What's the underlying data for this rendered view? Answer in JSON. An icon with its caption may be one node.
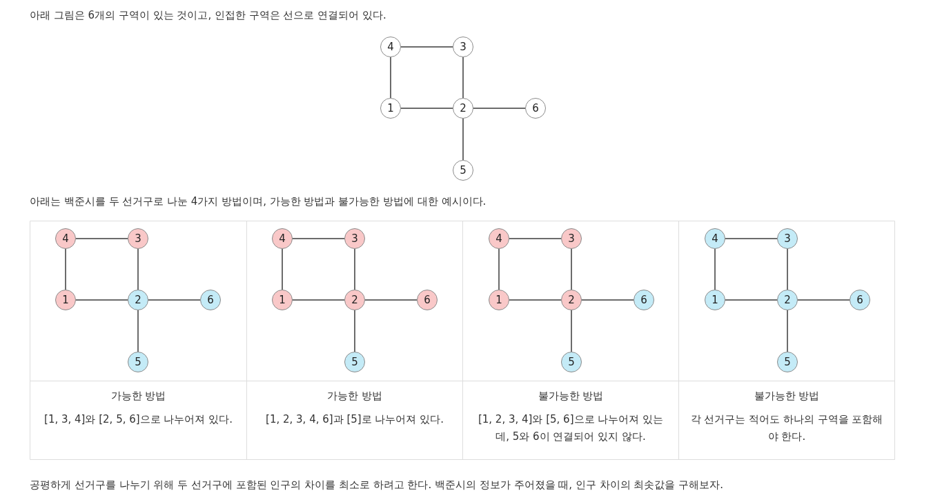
{
  "diagram": {
    "nodes": [
      {
        "text": [
          "4"
        ]
      },
      {
        "text": [
          "3"
        ]
      },
      {
        "text": [
          "1"
        ]
      },
      {
        "text": [
          "2"
        ]
      },
      {
        "text": [
          "6"
        ]
      },
      {
        "text": [
          "5"
        ]
      },
      {
        "text": [
          "4"
        ]
      },
      {
        "text": [
          "3"
        ]
      },
      {
        "text": [
          "1"
        ]
      },
      {
        "text": [
          "2"
        ]
      },
      {
        "text": [
          "6"
        ]
      },
      {
        "text": [
          "5"
        ]
      },
      {
        "text": [
          "4"
        ]
      },
      {
        "text": [
          "3"
        ]
      },
      {
        "text": [
          "1"
        ]
      },
      {
        "text": [
          "2"
        ]
      },
      {
        "text": [
          "6"
        ]
      },
      {
        "text": [
          "5"
        ]
      },
      {
        "text": [
          "4"
        ]
      },
      {
        "text": [
          "3"
        ]
      },
      {
        "text": [
          "1"
        ]
      },
      {
        "text": [
          "2"
        ]
      },
      {
        "text": [
          "6"
        ]
      },
      {
        "text": [
          "5"
        ]
      },
      {
        "text": [
          "4"
        ]
      },
      {
        "text": [
          "3"
        ]
      },
      {
        "text": [
          "1"
        ]
      },
      {
        "text": [
          "2"
        ]
      },
      {
        "text": [
          "6"
        ]
      },
      {
        "text": [
          "5"
        ]
      }
    ],
    "edges": [
      {
        "from": 0,
        "to": 1,
        "arrow": "none"
      },
      {
        "from": 0,
        "to": 2,
        "arrow": "none"
      },
      {
        "from": 1,
        "to": 3,
        "arrow": "none"
      },
      {
        "from": 2,
        "to": 3,
        "arrow": "none"
      },
      {
        "from": 3,
        "to": 4,
        "arrow": "none"
      },
      {
        "from": 3,
        "to": 5,
        "arrow": "none"
      },
      {
        "from": 6,
        "to": 7,
        "arrow": "none"
      },
      {
        "from": 6,
        "to": 8,
        "arrow": "none"
      },
      {
        "from": 7,
        "to": 9,
        "arrow": "none"
      },
      {
        "from": 8,
        "to": 9,
        "arrow": "none"
      },
      {
        "from": 9,
        "to": 10,
        "arrow": "none"
      },
      {
        "from": 9,
        "to": 11,
        "arrow": "none"
      },
      {
        "from": 12,
        "to": 13,
        "arrow": "none"
      },
      {
        "from": 12,
        "to": 14,
        "arrow": "none"
      },
      {
        "from": 13,
        "to": 15,
        "arrow": "none"
      },
      {
        "from": 14,
        "to": 15,
        "arrow": "none"
      },
      {
        "from": 15,
        "to": 16,
        "arrow": "none"
      },
      {
        "from": 15,
        "to": 17,
        "arrow": "none"
      },
      {
        "from": 18,
        "to": 19,
        "arrow": "none"
      },
      {
        "from": 18,
        "to": 20,
        "arrow": "none"
      },
      {
        "from": 19,
        "to": 21,
        "arrow": "none"
      },
      {
        "from": 20,
        "to": 21,
        "arrow": "none"
      },
      {
        "from": 21,
        "to": 22,
        "arrow": "none"
      },
      {
        "from": 21,
        "to": 23,
        "arrow": "none"
      },
      {
        "from": 24,
        "to": 25,
        "arrow": "none"
      },
      {
        "from": 24,
        "to": 26,
        "arrow": "none"
      },
      {
        "from": 25,
        "to": 27,
        "arrow": "none"
      },
      {
        "from": 26,
        "to": 27,
        "arrow": "none"
      },
      {
        "from": 27,
        "to": 28,
        "arrow": "none"
      },
      {
        "from": 27,
        "to": 29,
        "arrow": "none"
      }
    ],
    "labels": [
      "아래 그림은 6개의 구역이 있는 것이고, 인접한 구역은 선으로 연결되어 있다.",
      "아래는 백준시를 두 선거구로 나눈 4가지 방법이며, 가능한 방법과 불가능한 방법에 대한 예시이다.",
      "가능한 방법",
      "[1, 3, 4]와 [2, 5, 6]으로 나누어져 있다.",
      "가능한 방법",
      "[1, 2, 3, 4, 6]과 [5]로 나누어져 있다.",
      "불가능한 방법",
      "[1, 2, 3, 4]와 [5, 6]으로 나누어져 있는데, 5와 6이 연결되어 있지 않다.",
      "불가능한 방법",
      "각 선거구는 적어도 하나의 구역을 포함해야 한다.",
      "공평하게 선거구를 나누기 위해 두 선거구에 포함된 인구의 차이를 최소로 하려고 한다. 백준시의 정보가 주어졌을 때, 인구 차이의 최솟값을 구해보자."
    ]
  }
}
